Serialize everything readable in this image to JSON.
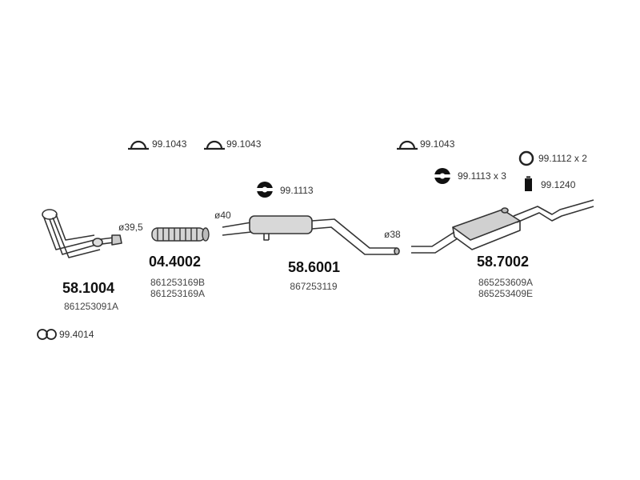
{
  "parts": {
    "manifold": {
      "number": "58.1004",
      "refs": [
        "861253091A"
      ],
      "diameter": "ø39,5"
    },
    "flex_pipe": {
      "number": "04.4002",
      "refs": [
        "861253169B",
        "861253169A"
      ],
      "diameter": "ø40"
    },
    "middle_silencer": {
      "number": "58.6001",
      "refs": [
        "867253119"
      ],
      "diameter": "ø38"
    },
    "rear_silencer": {
      "number": "58.7002",
      "refs": [
        "865253609A",
        "865253409E"
      ]
    }
  },
  "accessories": {
    "clamp_1": "99.1043",
    "clamp_2": "99.1043",
    "clamp_3": "99.1043",
    "hanger_mid": "99.1113",
    "hanger_rear": "99.1113 x 3",
    "ring": "99.1112 x 2",
    "rubber_mount": "99.1240",
    "gasket": "99.4014"
  }
}
